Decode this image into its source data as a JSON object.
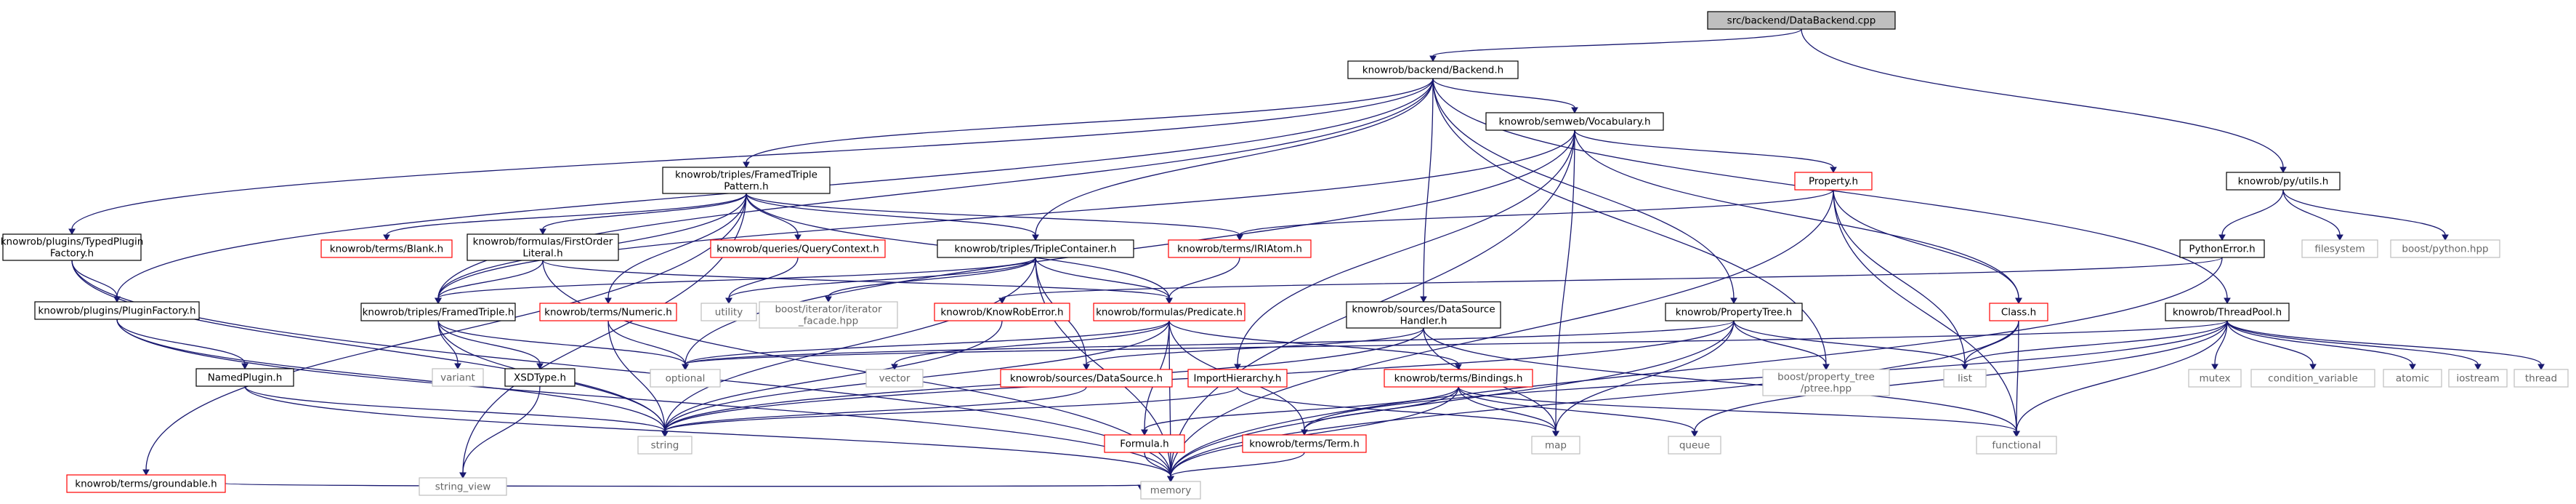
{
  "colors": {
    "edge": "#191970",
    "root_fill": "#bfbfbf",
    "root_border": "#000000",
    "documented_border": "#000000",
    "undocumented_border": "#ff0000",
    "external_border": "#bfbfbf",
    "external_text": "#666666",
    "text": "#000000"
  },
  "nodes": [
    {
      "id": "n0",
      "kind": "root",
      "lines": [
        "src/backend/DataBackend.cpp"
      ]
    },
    {
      "id": "n1",
      "kind": "documented",
      "lines": [
        "knowrob/backend/Backend.h"
      ]
    },
    {
      "id": "n2",
      "kind": "documented",
      "lines": [
        "knowrob/plugins/TypedPlugin",
        "Factory.h"
      ]
    },
    {
      "id": "n3",
      "kind": "documented",
      "lines": [
        "knowrob/plugins/PluginFactory.h"
      ]
    },
    {
      "id": "n4",
      "kind": "documented",
      "lines": [
        "NamedPlugin.h"
      ]
    },
    {
      "id": "n5",
      "kind": "undocumented",
      "lines": [
        "knowrob/terms/groundable.h"
      ]
    },
    {
      "id": "n6",
      "kind": "external",
      "lines": [
        "memory"
      ]
    },
    {
      "id": "n7",
      "kind": "external",
      "lines": [
        "string"
      ]
    },
    {
      "id": "n8",
      "kind": "external",
      "lines": [
        "string_view"
      ]
    },
    {
      "id": "n9",
      "kind": "documented",
      "lines": [
        "knowrob/triples/FramedTriple",
        "Pattern.h"
      ]
    },
    {
      "id": "n10",
      "kind": "undocumented",
      "lines": [
        "knowrob/terms/Blank.h"
      ]
    },
    {
      "id": "n11",
      "kind": "documented",
      "lines": [
        "knowrob/formulas/FirstOrder",
        "Literal.h"
      ]
    },
    {
      "id": "n12",
      "kind": "undocumented",
      "lines": [
        "knowrob/queries/QueryContext.h"
      ]
    },
    {
      "id": "n13",
      "kind": "documented",
      "lines": [
        "knowrob/triples/FramedTriple.h"
      ]
    },
    {
      "id": "n14",
      "kind": "external",
      "lines": [
        "variant"
      ]
    },
    {
      "id": "n15",
      "kind": "documented",
      "lines": [
        "XSDType.h"
      ]
    },
    {
      "id": "n16",
      "kind": "external",
      "lines": [
        "optional"
      ]
    },
    {
      "id": "n17",
      "kind": "undocumented",
      "lines": [
        "knowrob/terms/Numeric.h"
      ]
    },
    {
      "id": "n18",
      "kind": "documented",
      "lines": [
        "knowrob/triples/TripleContainer.h"
      ]
    },
    {
      "id": "n19",
      "kind": "external",
      "lines": [
        "utility"
      ]
    },
    {
      "id": "n20",
      "kind": "external",
      "lines": [
        "boost/iterator/iterator",
        "_facade.hpp"
      ]
    },
    {
      "id": "n21",
      "kind": "undocumented",
      "lines": [
        "knowrob/KnowRobError.h"
      ]
    },
    {
      "id": "n22",
      "kind": "undocumented",
      "lines": [
        "knowrob/formulas/Predicate.h"
      ]
    },
    {
      "id": "n23",
      "kind": "external",
      "lines": [
        "vector"
      ]
    },
    {
      "id": "n24",
      "kind": "undocumented",
      "lines": [
        "knowrob/sources/DataSource.h"
      ]
    },
    {
      "id": "n25",
      "kind": "documented",
      "lines": [
        "knowrob/semweb/Vocabulary.h"
      ]
    },
    {
      "id": "n26",
      "kind": "undocumented",
      "lines": [
        "knowrob/terms/IRIAtom.h"
      ]
    },
    {
      "id": "n27",
      "kind": "undocumented",
      "lines": [
        "Property.h"
      ]
    },
    {
      "id": "n28",
      "kind": "documented",
      "lines": [
        "knowrob/sources/DataSource",
        "Handler.h"
      ]
    },
    {
      "id": "n29",
      "kind": "undocumented",
      "lines": [
        "ImportHierarchy.h"
      ]
    },
    {
      "id": "n30",
      "kind": "undocumented",
      "lines": [
        "knowrob/terms/Bindings.h"
      ]
    },
    {
      "id": "n31",
      "kind": "undocumented",
      "lines": [
        "Formula.h"
      ]
    },
    {
      "id": "n32",
      "kind": "undocumented",
      "lines": [
        "knowrob/terms/Term.h"
      ]
    },
    {
      "id": "n33",
      "kind": "external",
      "lines": [
        "map"
      ]
    },
    {
      "id": "n34",
      "kind": "external",
      "lines": [
        "queue"
      ]
    },
    {
      "id": "n35",
      "kind": "external",
      "lines": [
        "functional"
      ]
    },
    {
      "id": "n36",
      "kind": "documented",
      "lines": [
        "knowrob/PropertyTree.h"
      ]
    },
    {
      "id": "n37",
      "kind": "external",
      "lines": [
        "boost/property_tree",
        "/ptree.hpp"
      ]
    },
    {
      "id": "n38",
      "kind": "external",
      "lines": [
        "list"
      ]
    },
    {
      "id": "n39",
      "kind": "undocumented",
      "lines": [
        "Class.h"
      ]
    },
    {
      "id": "n40",
      "kind": "documented",
      "lines": [
        "knowrob/py/utils.h"
      ]
    },
    {
      "id": "n41",
      "kind": "documented",
      "lines": [
        "PythonError.h"
      ]
    },
    {
      "id": "n42",
      "kind": "external",
      "lines": [
        "filesystem"
      ]
    },
    {
      "id": "n43",
      "kind": "external",
      "lines": [
        "boost/python.hpp"
      ]
    },
    {
      "id": "n44",
      "kind": "documented",
      "lines": [
        "knowrob/ThreadPool.h"
      ]
    },
    {
      "id": "n45",
      "kind": "external",
      "lines": [
        "mutex"
      ]
    },
    {
      "id": "n46",
      "kind": "external",
      "lines": [
        "condition_variable"
      ]
    },
    {
      "id": "n47",
      "kind": "external",
      "lines": [
        "atomic"
      ]
    },
    {
      "id": "n48",
      "kind": "external",
      "lines": [
        "iostream"
      ]
    },
    {
      "id": "n49",
      "kind": "external",
      "lines": [
        "thread"
      ]
    }
  ],
  "edges": [
    [
      "n0",
      "n1"
    ],
    [
      "n0",
      "n40"
    ],
    [
      "n1",
      "n2"
    ],
    [
      "n1",
      "n3"
    ],
    [
      "n1",
      "n13"
    ],
    [
      "n1",
      "n9"
    ],
    [
      "n1",
      "n18"
    ],
    [
      "n1",
      "n25"
    ],
    [
      "n1",
      "n28"
    ],
    [
      "n1",
      "n36"
    ],
    [
      "n1",
      "n37"
    ],
    [
      "n1",
      "n44"
    ],
    [
      "n2",
      "n3"
    ],
    [
      "n2",
      "n7"
    ],
    [
      "n2",
      "n6"
    ],
    [
      "n3",
      "n4"
    ],
    [
      "n3",
      "n7"
    ],
    [
      "n3",
      "n6"
    ],
    [
      "n4",
      "n7"
    ],
    [
      "n4",
      "n6"
    ],
    [
      "n5",
      "n6"
    ],
    [
      "n9",
      "n10"
    ],
    [
      "n9",
      "n11"
    ],
    [
      "n9",
      "n12"
    ],
    [
      "n9",
      "n13"
    ],
    [
      "n9",
      "n17"
    ],
    [
      "n9",
      "n18"
    ],
    [
      "n9",
      "n26"
    ],
    [
      "n9",
      "n22"
    ],
    [
      "n9",
      "n8"
    ],
    [
      "n9",
      "n5"
    ],
    [
      "n11",
      "n13"
    ],
    [
      "n11",
      "n22"
    ],
    [
      "n11",
      "n6"
    ],
    [
      "n12",
      "n19"
    ],
    [
      "n13",
      "n14"
    ],
    [
      "n13",
      "n15"
    ],
    [
      "n13",
      "n16"
    ],
    [
      "n13",
      "n7"
    ],
    [
      "n15",
      "n8"
    ],
    [
      "n17",
      "n16"
    ],
    [
      "n17",
      "n7"
    ],
    [
      "n18",
      "n13"
    ],
    [
      "n18",
      "n19"
    ],
    [
      "n18",
      "n20"
    ],
    [
      "n18",
      "n22"
    ],
    [
      "n18",
      "n6"
    ],
    [
      "n18",
      "n24"
    ],
    [
      "n18",
      "n7"
    ],
    [
      "n21",
      "n7"
    ],
    [
      "n22",
      "n23"
    ],
    [
      "n22",
      "n30"
    ],
    [
      "n22",
      "n31"
    ],
    [
      "n22",
      "n32"
    ],
    [
      "n22",
      "n6"
    ],
    [
      "n22",
      "n7"
    ],
    [
      "n22",
      "n16"
    ],
    [
      "n24",
      "n7"
    ],
    [
      "n25",
      "n27"
    ],
    [
      "n25",
      "n39"
    ],
    [
      "n25",
      "n13"
    ],
    [
      "n25",
      "n16"
    ],
    [
      "n25",
      "n33"
    ],
    [
      "n25",
      "n6"
    ],
    [
      "n25",
      "n29"
    ],
    [
      "n26",
      "n22"
    ],
    [
      "n27",
      "n26"
    ],
    [
      "n27",
      "n39"
    ],
    [
      "n27",
      "n38"
    ],
    [
      "n27",
      "n35"
    ],
    [
      "n27",
      "n6"
    ],
    [
      "n28",
      "n24"
    ],
    [
      "n28",
      "n33"
    ],
    [
      "n28",
      "n35"
    ],
    [
      "n28",
      "n7"
    ],
    [
      "n29",
      "n7"
    ],
    [
      "n29",
      "n33"
    ],
    [
      "n30",
      "n31"
    ],
    [
      "n30",
      "n32"
    ],
    [
      "n30",
      "n33"
    ],
    [
      "n30",
      "n34"
    ],
    [
      "n30",
      "n35"
    ],
    [
      "n30",
      "n6"
    ],
    [
      "n31",
      "n6"
    ],
    [
      "n32",
      "n6"
    ],
    [
      "n36",
      "n37"
    ],
    [
      "n36",
      "n33"
    ],
    [
      "n36",
      "n6"
    ],
    [
      "n36",
      "n38"
    ],
    [
      "n36",
      "n7"
    ],
    [
      "n36",
      "n16"
    ],
    [
      "n39",
      "n38"
    ],
    [
      "n39",
      "n35"
    ],
    [
      "n39",
      "n6"
    ],
    [
      "n40",
      "n41"
    ],
    [
      "n40",
      "n42"
    ],
    [
      "n40",
      "n43"
    ],
    [
      "n41",
      "n21"
    ],
    [
      "n41",
      "n6"
    ],
    [
      "n44",
      "n45"
    ],
    [
      "n44",
      "n46"
    ],
    [
      "n44",
      "n47"
    ],
    [
      "n44",
      "n48"
    ],
    [
      "n44",
      "n49"
    ],
    [
      "n44",
      "n38"
    ],
    [
      "n44",
      "n35"
    ],
    [
      "n44",
      "n34"
    ],
    [
      "n44",
      "n32"
    ],
    [
      "n44",
      "n16"
    ]
  ]
}
